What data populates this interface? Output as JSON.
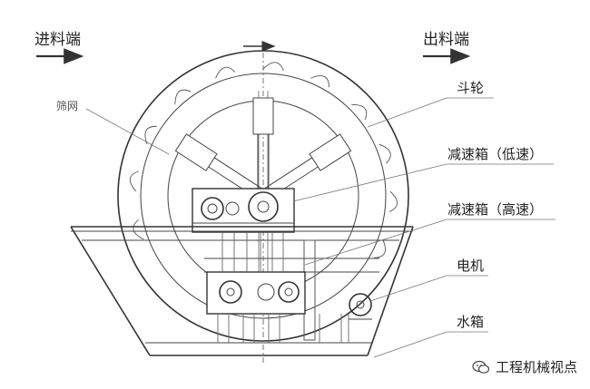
{
  "header": {
    "inlet": "进料端",
    "outlet": "出料端"
  },
  "labels": {
    "screen": "筛网",
    "bucket_wheel": "斗轮",
    "reducer_low": "减速箱（低速）",
    "reducer_high": "减速箱（高速）",
    "motor": "电机",
    "water_tank": "水箱"
  },
  "watermark": {
    "text": "工程机械视点",
    "icon": "wechat-icon"
  },
  "colors": {
    "line": "#444444",
    "text": "#222222",
    "background": "#ffffff"
  }
}
